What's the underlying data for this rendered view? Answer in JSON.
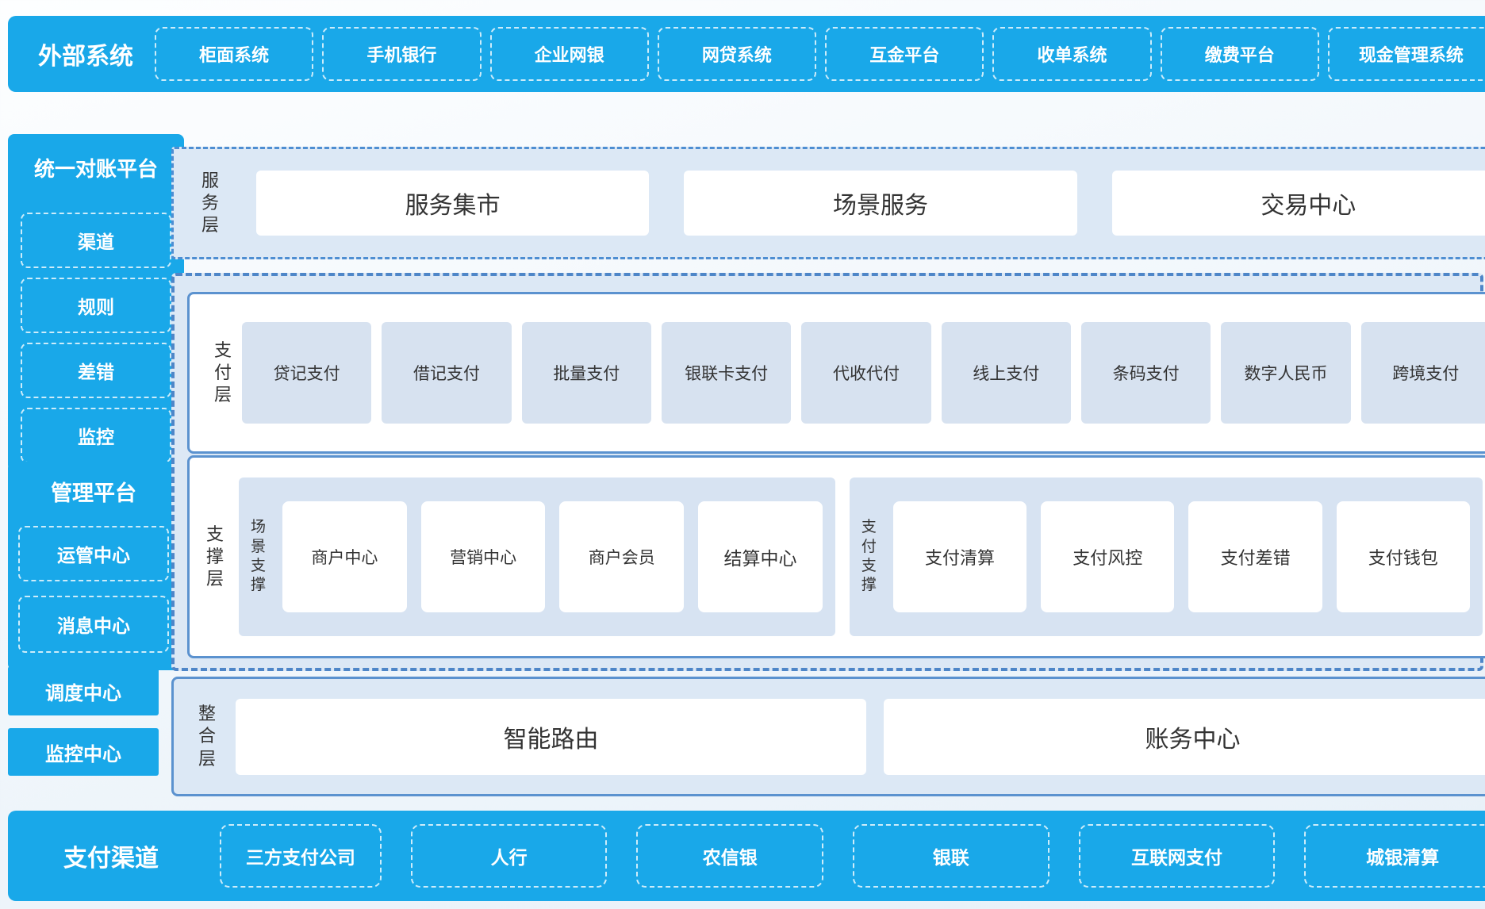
{
  "external_systems": {
    "title": "外部系统",
    "items": [
      "柜面系统",
      "手机银行",
      "企业网银",
      "网贷系统",
      "互金平台",
      "收单系统",
      "缴费平台",
      "现金管理系统"
    ]
  },
  "reconciliation_platform": {
    "title": "统一对账平台",
    "items": [
      "渠道",
      "规则",
      "差错",
      "监控"
    ]
  },
  "management_platform": {
    "title": "管理平台",
    "items": [
      "运管中心",
      "消息中心"
    ]
  },
  "standalone_centers": [
    "调度中心",
    "监控中心"
  ],
  "service_layer": {
    "label": "服务层",
    "items": [
      "服务集市",
      "场景服务",
      "交易中心"
    ]
  },
  "payment_layer": {
    "label": "支付层",
    "items": [
      "贷记支付",
      "借记支付",
      "批量支付",
      "银联卡支付",
      "代收代付",
      "线上支付",
      "条码支付",
      "数字人民币",
      "跨境支付"
    ]
  },
  "support_layer": {
    "label": "支撑层",
    "groups": [
      {
        "label": "场景支撑",
        "items": [
          "商户中心",
          "营销中心",
          "商户会员",
          "结算中心"
        ]
      },
      {
        "label": "支付支撑",
        "items": [
          "支付清算",
          "支付风控",
          "支付差错",
          "支付钱包"
        ]
      }
    ]
  },
  "integration_layer": {
    "label": "整合层",
    "items": [
      "智能路由",
      "账务中心"
    ]
  },
  "payment_channels": {
    "title": "支付渠道",
    "items": [
      "三方支付公司",
      "人行",
      "农信银",
      "银联",
      "互联网支付",
      "城银清算"
    ]
  },
  "colors": {
    "brand_blue": "#19a8e9",
    "panel_light_blue": "#dce8f5",
    "item_light_blue": "#d7e2f0",
    "solid_border_blue": "#5b92cf",
    "dashed_border_blue": "#4e86c8",
    "text_dark": "#333333",
    "text_white": "#ffffff"
  }
}
